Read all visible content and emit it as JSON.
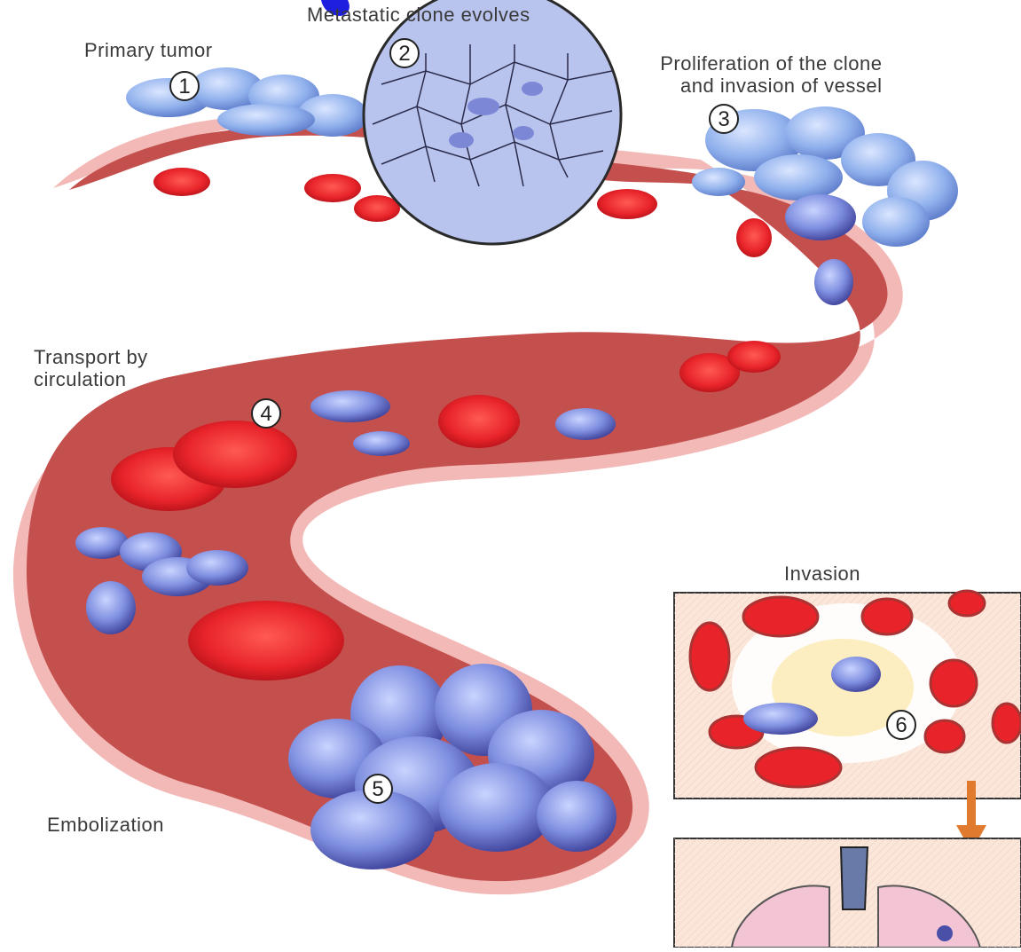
{
  "labels": {
    "top_clipped": "Metastatic clone evolves",
    "primary_tumor": "Primary tumor",
    "proliferation_line1": "Proliferation of the clone",
    "proliferation_line2": "and invasion of vessel",
    "transport_line1": "Transport by",
    "transport_line2": "circulation",
    "invasion": "Invasion",
    "embolization": "Embolization"
  },
  "steps": [
    "1",
    "2",
    "3",
    "4",
    "5",
    "6"
  ],
  "colors": {
    "vessel_fill": "#c4504e",
    "vessel_wall": "#f2b9b7",
    "rbc": "#e8242a",
    "tumor_cell": "#6f86d6",
    "tumor_cell_dark": "#4a4fa8",
    "panel_bg": "#fbe6d9",
    "arrow": "#e07a2e",
    "title_blue": "#1f1fe0"
  },
  "icons": [
    "down-arrow-icon"
  ]
}
